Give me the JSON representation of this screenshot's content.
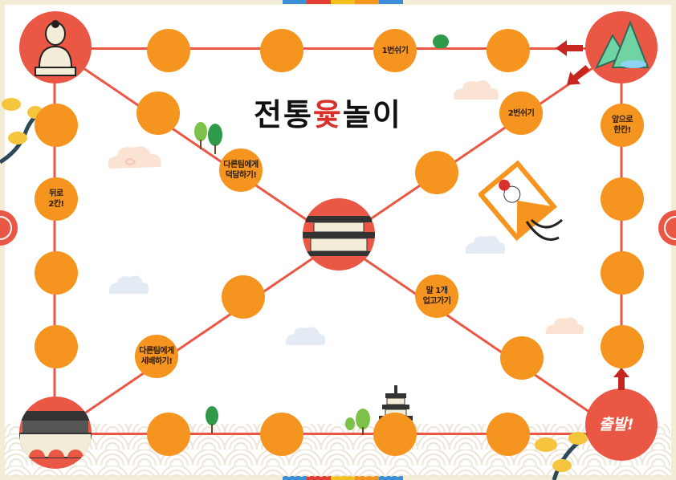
{
  "title": {
    "pre": "전통",
    "highlight": "윷",
    "post": "놀이"
  },
  "start": {
    "label": "출발!"
  },
  "spaces": {
    "rest1": "1번쉬기",
    "rest2": "2번쉬기",
    "forward1": "앞으로\n한칸!",
    "back2": "뒤로\n2칸!",
    "tickle": "다른팀에게\n덕담하기!",
    "bow": "다른팀에게\n세배하기!",
    "carry": "말 1개\n업고가기"
  },
  "icons": {
    "corner_top_left": "buddha-statue-icon",
    "corner_top_right": "mountain-landscape-icon",
    "corner_bottom_left": "fortress-gate-icon",
    "corner_bottom_right": "start-corner",
    "center": "palace-icon",
    "kite": "shield-kite-icon",
    "pagoda": "pagoda-icon",
    "pine": "pine-branch-icon",
    "clouds": "traditional-cloud-icon"
  },
  "colors": {
    "path": "#ea5744",
    "space": "#f5951f",
    "corner": "#ea5744",
    "title_highlight": "#d9322c",
    "background": "#ffffff",
    "frame": "#f3ecd7"
  }
}
